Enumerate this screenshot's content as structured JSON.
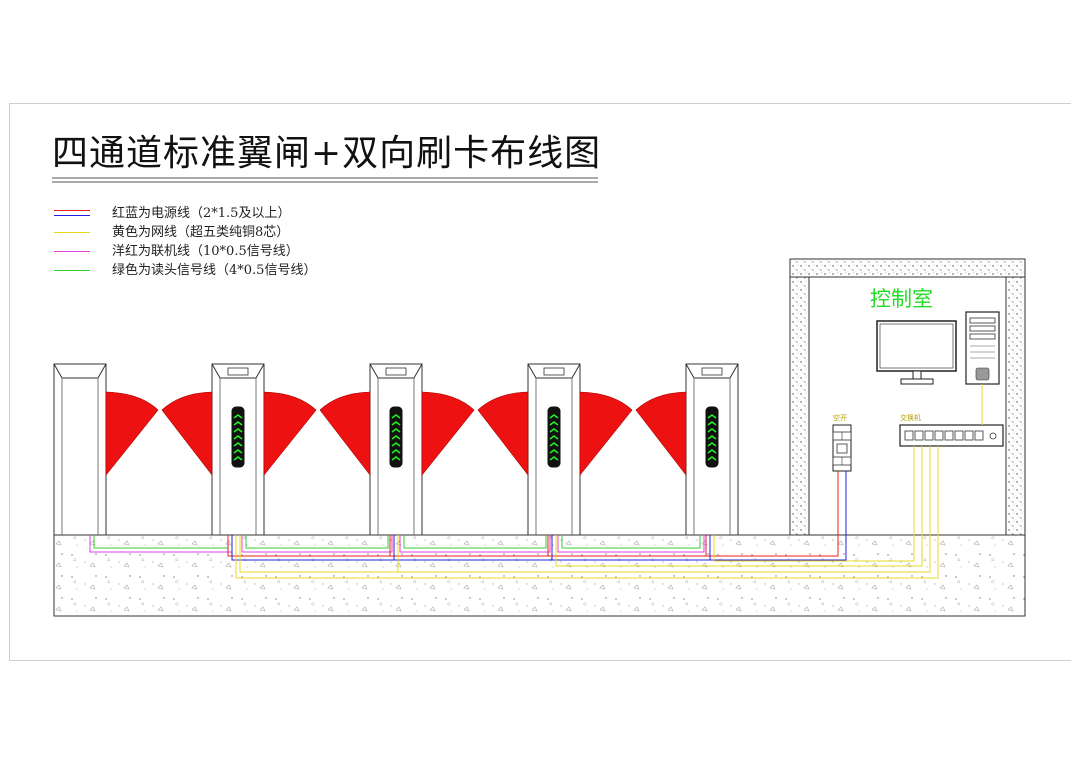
{
  "title": "四通道标准翼闸+双向刷卡布线图",
  "legend": [
    {
      "text": "红蓝为电源线（2*1.5及以上）",
      "colors": [
        "#e82020",
        "#2020e0"
      ]
    },
    {
      "text": "黄色为网线（超五类纯铜8芯）",
      "colors": [
        "#e8d81c"
      ]
    },
    {
      "text": "洋红为联机线（10*0.5信号线）",
      "colors": [
        "#e040e0"
      ]
    },
    {
      "text": "绿色为读头信号线（4*0.5信号线）",
      "colors": [
        "#30d030"
      ]
    }
  ],
  "control_room": {
    "label": "控制室",
    "breaker_label": "空开",
    "switch_label": "交换机"
  },
  "colors": {
    "power_red": "#e82020",
    "power_blue": "#2020e0",
    "network_yellow": "#e8d81c",
    "link_magenta": "#e040e0",
    "reader_green": "#30d030",
    "wing_red": "#ee1111",
    "room_title_green": "#22dd22"
  }
}
